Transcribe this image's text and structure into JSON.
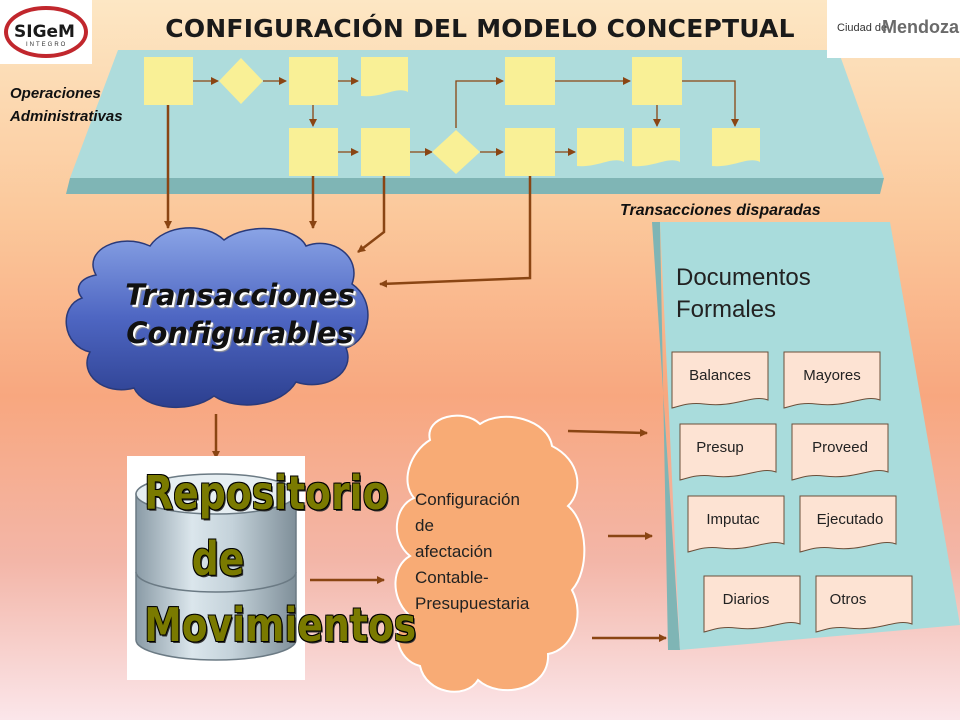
{
  "title": "CONFIGURACIÓN DEL MODELO CONCEPTUAL",
  "logos": {
    "left_logo_text": "SIGeM",
    "left_logo_subtext": "INTEGRO",
    "right_logo_prefix": "Ciudad de",
    "right_logo_name": "Mendoza"
  },
  "operations_label": [
    "Operaciones",
    "Administrativas"
  ],
  "triggered_label": "Transacciones disparadas",
  "documents_title": [
    "Documentos",
    "Formales"
  ],
  "configurable_cloud": [
    "Transacciones",
    "Configurables"
  ],
  "repository_label": [
    "Repositorio de",
    "Movimientos"
  ],
  "config_cloud": [
    "Configuración",
    "de",
    "afectación",
    "Contable-",
    "Presupuestaria"
  ],
  "documents": [
    "Balances",
    "Mayores",
    "Presup",
    "Proveed",
    "Imputac",
    "Ejecutado",
    "Diarios",
    "Otros"
  ],
  "colors": {
    "band": "#aedcdc",
    "band_shadow": "#7fb5b5",
    "flow_shape": "#f9f096",
    "arrow": "#8a4513",
    "blue_cloud": "#4a60b8",
    "orange_cloud": "#f8ab75",
    "document_fill": "#fde3d3",
    "panel": "#a9dcdc"
  }
}
